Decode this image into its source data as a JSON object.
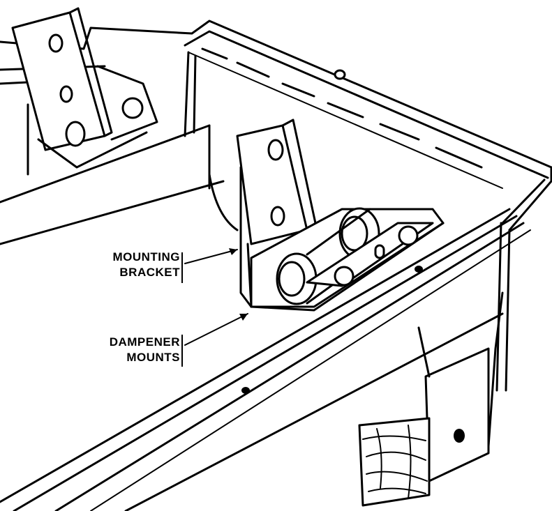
{
  "callouts": {
    "mounting_bracket": {
      "line1": "MOUNTING",
      "line2": "BRACKET"
    },
    "dampener_mounts": {
      "line1": "DAMPENER",
      "line2": "MOUNTS"
    }
  }
}
